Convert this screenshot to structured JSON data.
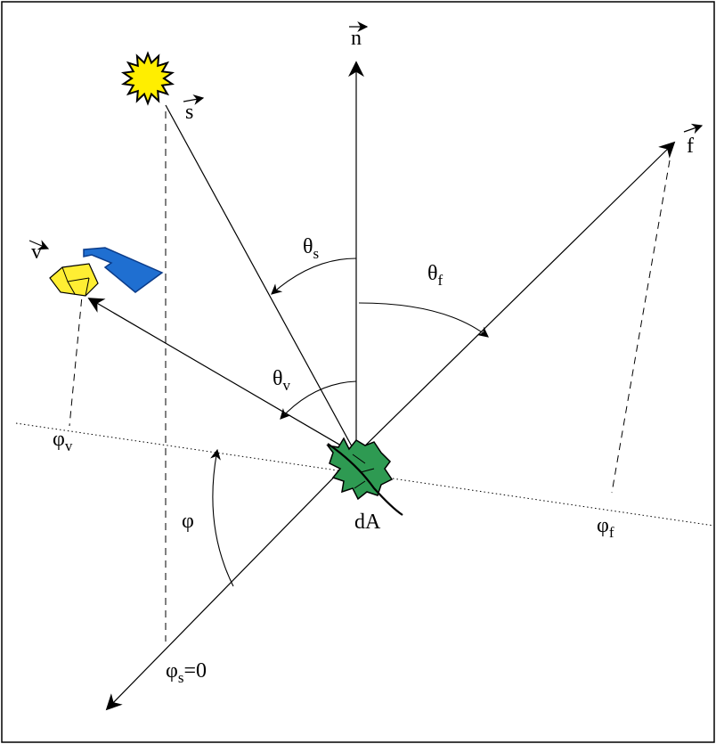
{
  "diagram": {
    "labels": {
      "n": "n",
      "s": "s",
      "v": "v",
      "f": "f",
      "theta": "θ",
      "phi": "φ",
      "sub_s": "s",
      "sub_v": "v",
      "sub_f": "f",
      "phi_s_zero": "=0",
      "dA": "dA"
    },
    "colors": {
      "sun": "#ffee00",
      "satellite_body": "#ffee33",
      "satellite_panel": "#1f6fd1",
      "leaf": "#2e9a52",
      "line": "#000000"
    },
    "icons": {
      "sun": "sun-icon",
      "satellite": "satellite-icon",
      "leaf": "leaf-icon"
    }
  }
}
